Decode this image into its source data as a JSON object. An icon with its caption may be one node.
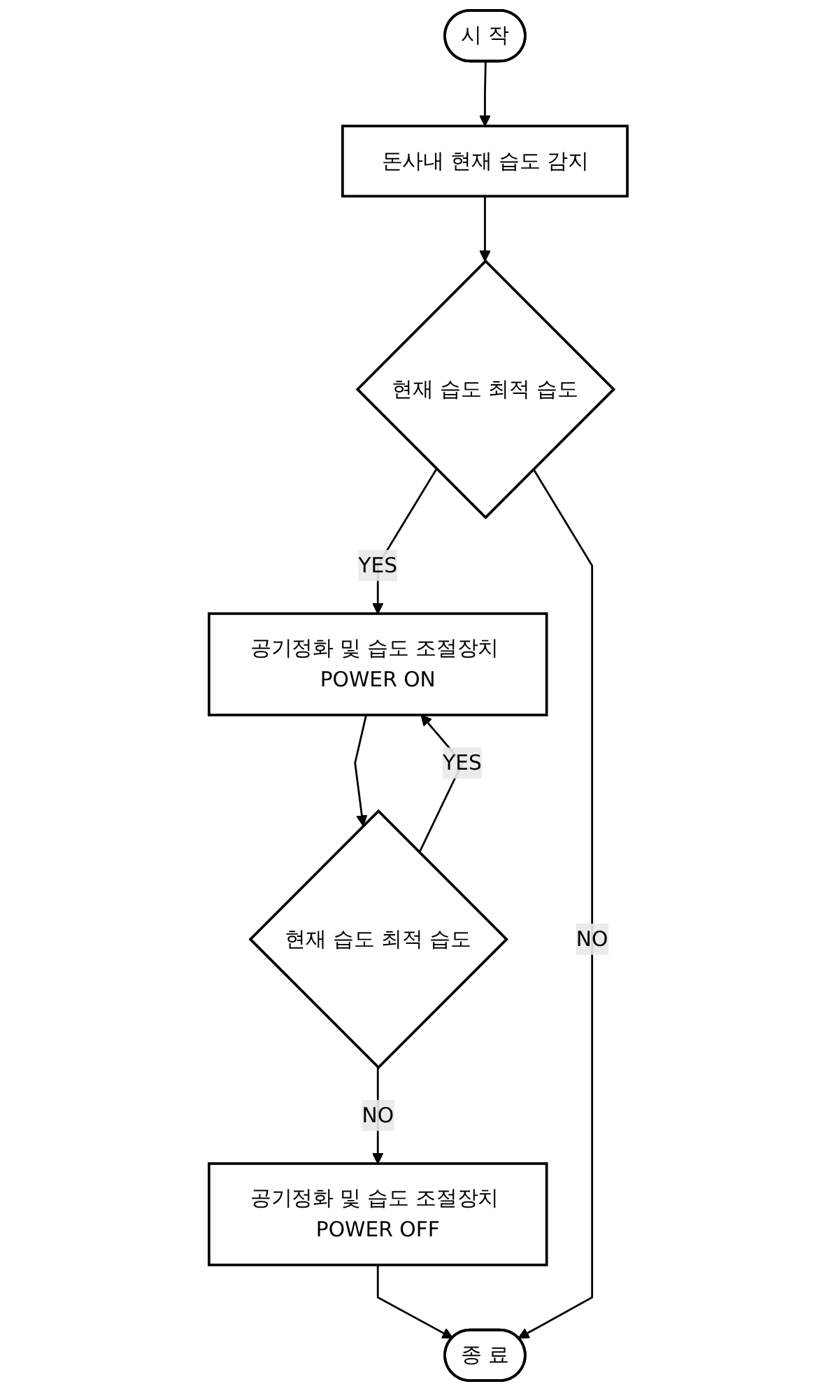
{
  "diagram": {
    "nodes": [
      {
        "text": [
          "시 작"
        ]
      },
      {
        "text": [
          "돈사내 현재 습도 감지"
        ]
      },
      {
        "text": [
          "현재 습도 최적 습도"
        ]
      },
      {
        "text": [
          "공기정화 및 습도 조절장치 POWER ON"
        ]
      },
      {
        "text": [
          "현재 습도 최적 습도"
        ]
      },
      {
        "text": [
          "공기정화 및 습도 조절장치 POWER OFF"
        ]
      },
      {
        "text": [
          "종 료"
        ]
      }
    ],
    "edges": [
      {
        "from": 0,
        "to": 1,
        "arrow": "to"
      },
      {
        "from": 1,
        "to": 2,
        "arrow": "to"
      },
      {
        "from": 2,
        "to": 3,
        "arrow": "to",
        "label": "YES"
      },
      {
        "from": 3,
        "to": 4,
        "arrow": "to"
      },
      {
        "from": 4,
        "to": 3,
        "arrow": "to",
        "label": "YES"
      },
      {
        "from": 4,
        "to": 5,
        "arrow": "to",
        "label": "NO"
      },
      {
        "from": 5,
        "to": 6,
        "arrow": "to"
      },
      {
        "from": 2,
        "to": 6,
        "arrow": "to",
        "label": "NO"
      }
    ]
  }
}
